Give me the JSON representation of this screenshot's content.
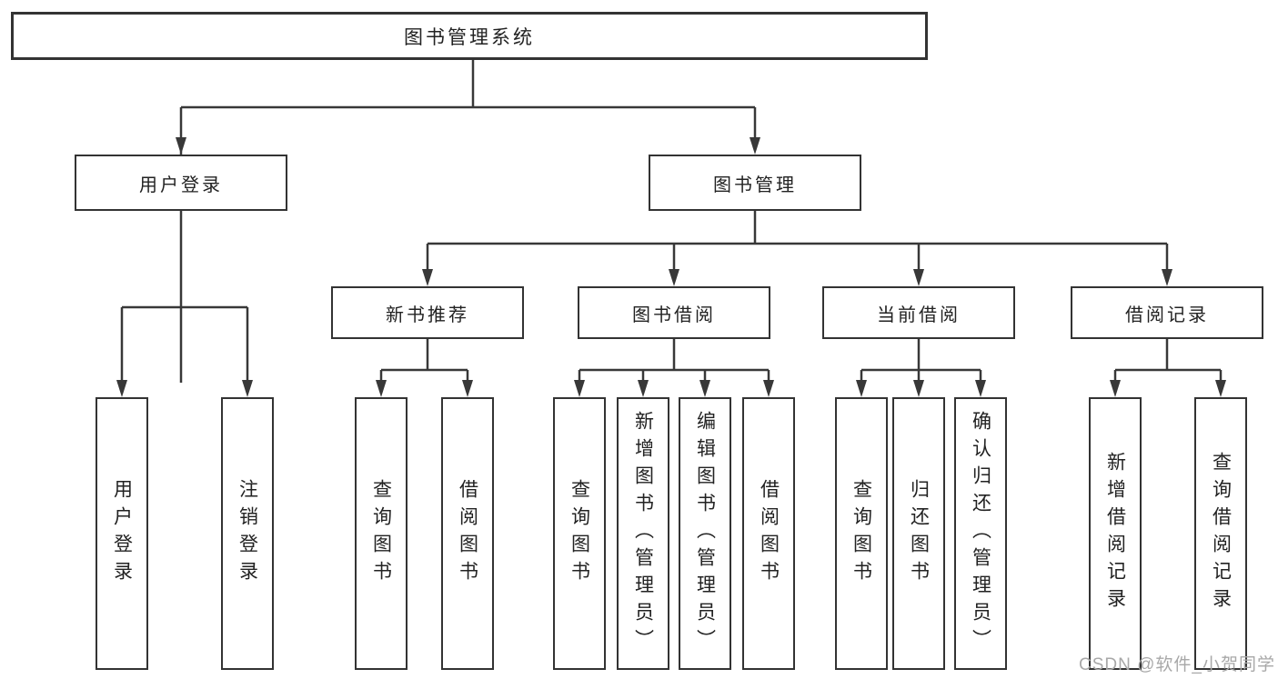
{
  "diagram_title": "图书管理系统",
  "nodes": {
    "root": "图书管理系统",
    "level2": {
      "login": "用户登录",
      "management": "图书管理"
    },
    "level3": {
      "recommend": "新书推荐",
      "borrow": "图书借阅",
      "current": "当前借阅",
      "records": "借阅记录"
    },
    "leaves": {
      "user_login": "用户登录",
      "logout": "注销登录",
      "rec_query_books": "查询图书",
      "rec_borrow_books": "借阅图书",
      "bor_query_books": "查询图书",
      "bor_add_books": "新增图书（管理员）",
      "bor_edit_books": "编辑图书（管理员）",
      "bor_borrow_books": "借阅图书",
      "cur_query_books": "查询图书",
      "cur_return_books": "归还图书",
      "cur_confirm_return": "确认归还（管理员）",
      "recd_add_record": "新增借阅记录",
      "recd_query_record": "查询借阅记录"
    }
  },
  "watermark": "CSDN @软件_小贺同学",
  "colors": {
    "line": "#383838",
    "border": "#333333",
    "text": "#222222",
    "background": "#ffffff",
    "watermark": "#a8a8a8"
  }
}
